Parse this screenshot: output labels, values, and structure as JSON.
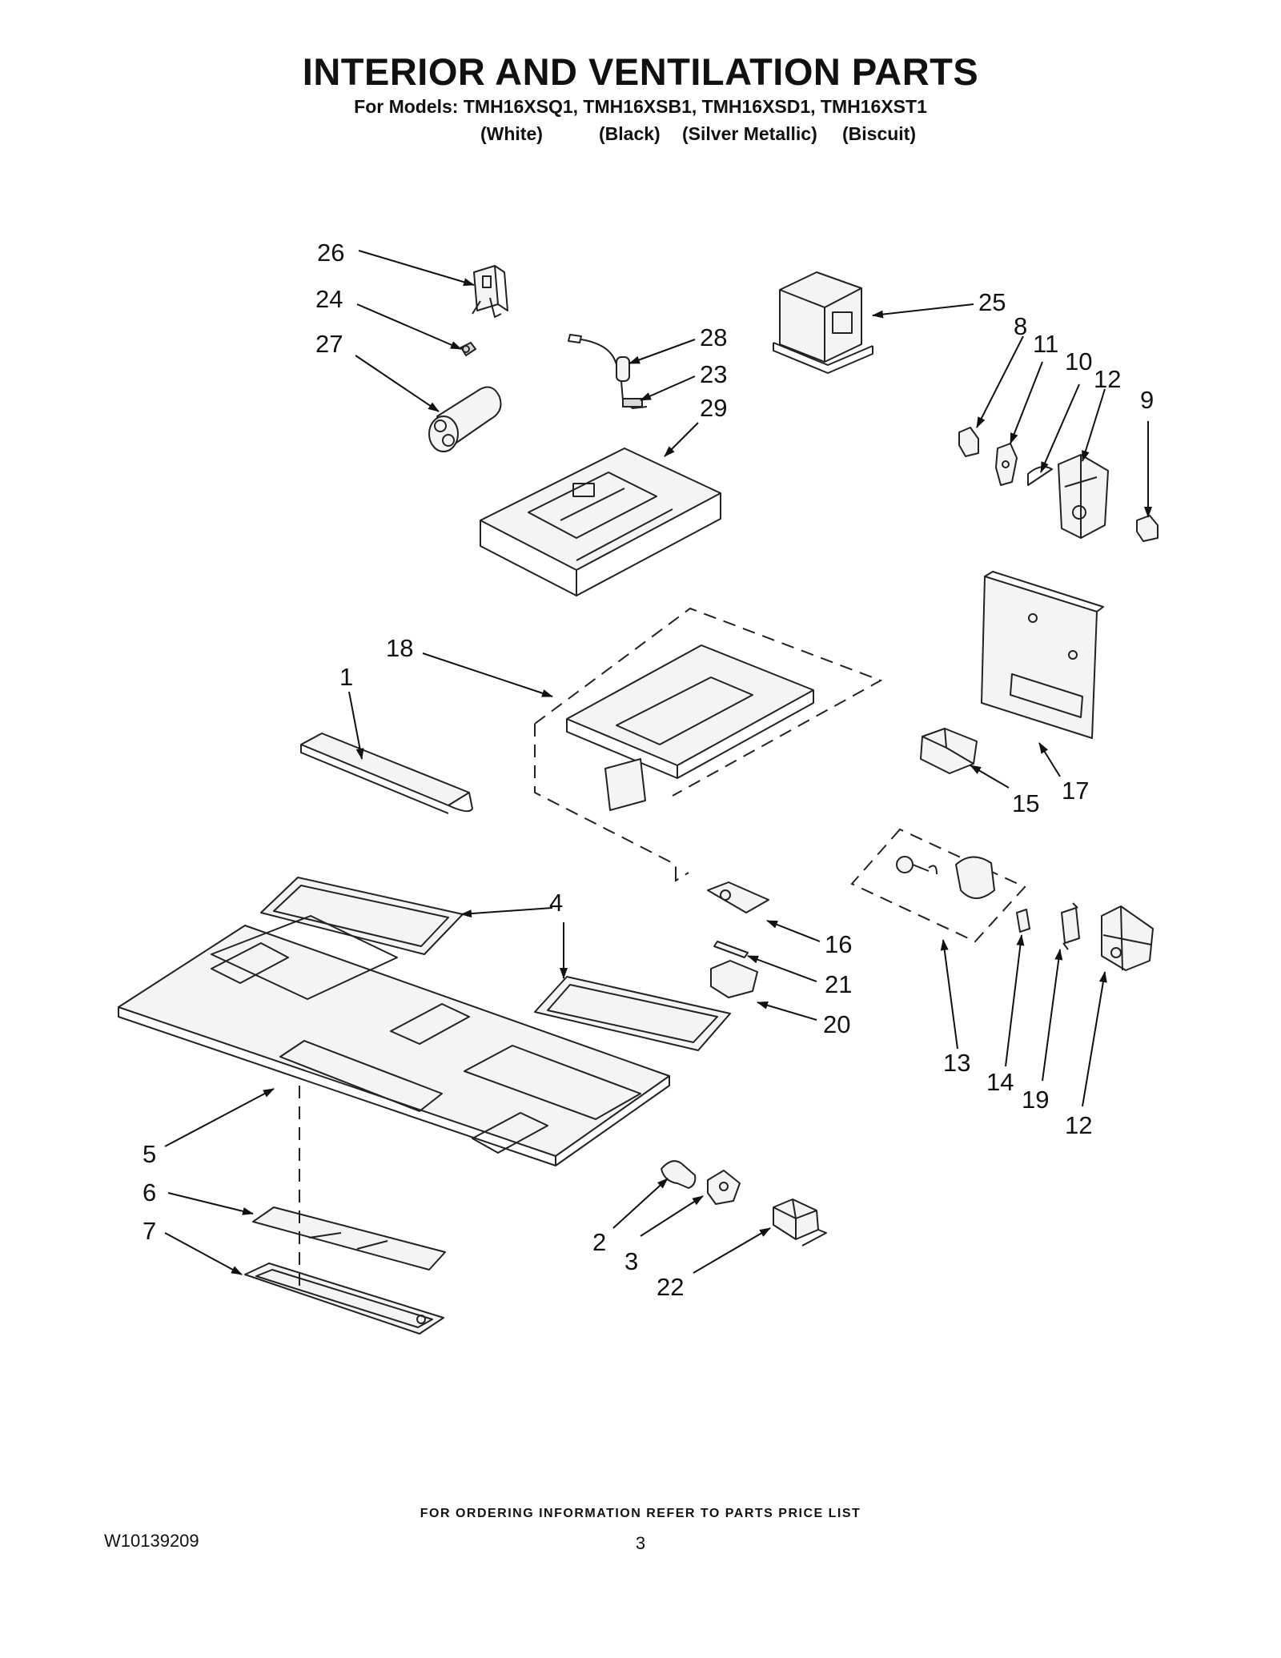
{
  "header": {
    "title": "INTERIOR AND VENTILATION PARTS",
    "models_line": "For Models: TMH16XSQ1, TMH16XSB1, TMH16XSD1, TMH16XST1",
    "colors": [
      "(White)",
      "(Black)",
      "(Silver Metallic)",
      "(Biscuit)"
    ]
  },
  "callouts": [
    "26",
    "24",
    "27",
    "28",
    "23",
    "29",
    "25",
    "8",
    "11",
    "10",
    "12",
    "9",
    "18",
    "1",
    "17",
    "15",
    "4",
    "16",
    "21",
    "20",
    "13",
    "14",
    "19",
    "12",
    "5",
    "6",
    "7",
    "2",
    "3",
    "22"
  ],
  "footer": {
    "ordering_note": "FOR ORDERING INFORMATION REFER TO PARTS PRICE LIST",
    "document_number": "W10139209",
    "page_number": "3"
  }
}
